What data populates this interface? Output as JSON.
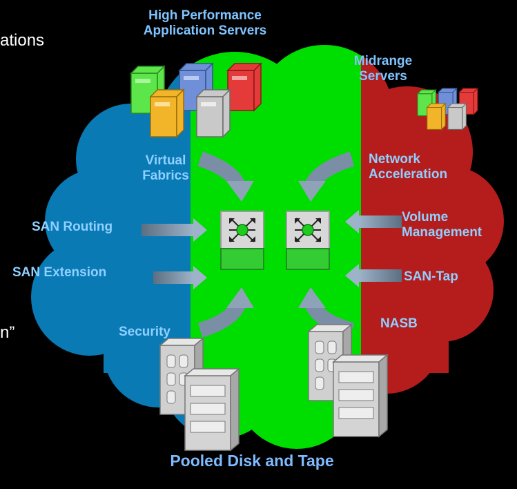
{
  "slide": {
    "top_left_fragment": "ations",
    "mid_left_fragment": "n”",
    "bottom_title": "Pooled Disk and Tape"
  },
  "labels": {
    "high_perf": "High Performance\nApplication Servers",
    "midrange": "Midrange\nServers",
    "virtual_fabrics": "Virtual\nFabrics",
    "network_accel": "Network\nAcceleration",
    "san_routing": "SAN Routing",
    "san_extension": "SAN Extension",
    "security": "Security",
    "volume_mgmt": "Volume\nManagement",
    "san_tap": "SAN-Tap",
    "nasb": "NASB"
  },
  "colors": {
    "blue_cloud": "#0a7ab5",
    "green_cloud": "#00dd00",
    "red_cloud": "#b51c1c",
    "arrow": "#7a8fa6",
    "label": "#8fd0ff"
  }
}
